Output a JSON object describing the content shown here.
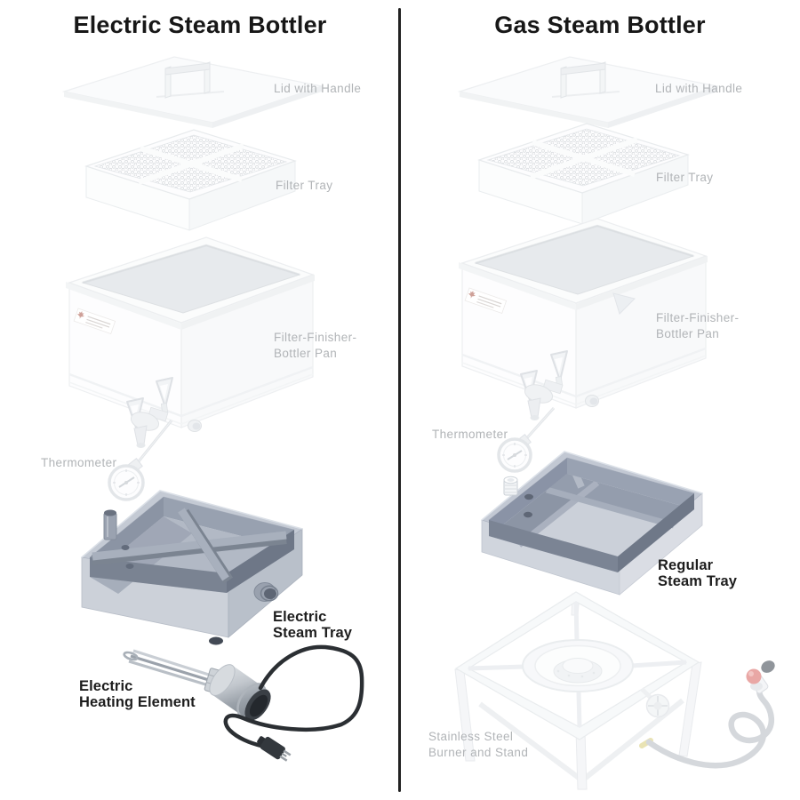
{
  "left": {
    "title": "Electric Steam Bottler",
    "labels": {
      "lid": "Lid with Handle",
      "filter_tray": "Filter Tray",
      "pan": "Filter-Finisher-\nBottler Pan",
      "thermometer": "Thermometer",
      "steam_tray": "Electric\nSteam Tray",
      "heating_element": "Electric\nHeating Element"
    }
  },
  "right": {
    "title": "Gas Steam Bottler",
    "labels": {
      "lid": "Lid with Handle",
      "filter_tray": "Filter Tray",
      "pan": "Filter-Finisher-\nBottler Pan",
      "thermometer": "Thermometer",
      "steam_tray": "Regular\nSteam Tray",
      "burner": "Stainless Steel\nBurner and Stand"
    }
  },
  "style": {
    "title_color": "#171717",
    "muted_label_color": "#b1b4b7",
    "strong_label_color": "#1d1d1d",
    "divider_color": "#212121",
    "highlight_tray_color": "#aab1be",
    "faded_part_color": "#f5f6f8",
    "cord_color": "#2b2f33",
    "regulator_red": "#e9a7a5"
  }
}
